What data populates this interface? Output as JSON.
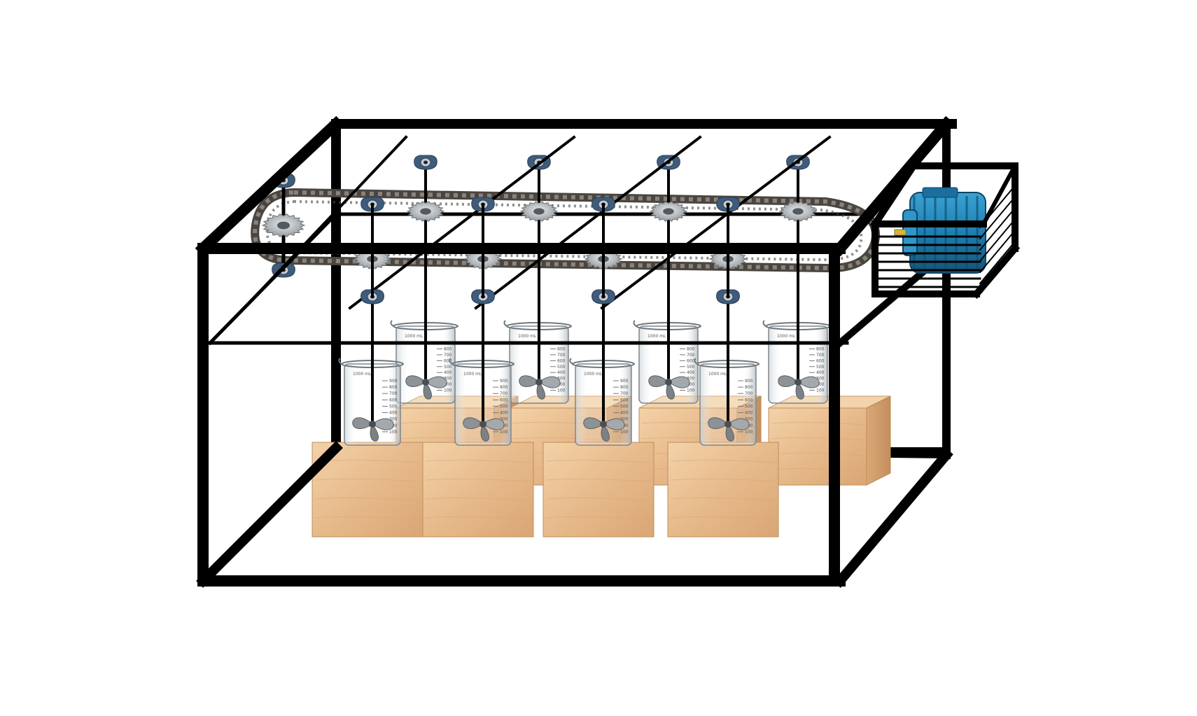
{
  "colors": {
    "background": "#ffffff",
    "frame": "#000000",
    "chain": "#4a4540",
    "chain_light": "#8a837b",
    "sprocket": "#b8bcc0",
    "bearing": "#3f5c7d",
    "motor": "#1f7fb0",
    "motor_dark": "#155a80",
    "wood_light": "#f0c89a",
    "wood_mid": "#e1b080",
    "wood_dark": "#c99563",
    "glass": "#dfe6ea",
    "impeller": "#8c9296",
    "shaft": "#000000"
  },
  "icons": {
    "motor": "electric-motor-icon",
    "sprocket": "sprocket-gear-icon",
    "bearing": "pillow-block-bearing-icon",
    "impeller": "propeller-impeller-icon",
    "beaker": "laboratory-beaker-icon",
    "block": "wooden-block-icon"
  },
  "stirrers": {
    "count_front": 4,
    "count_back": 4
  },
  "beaker_markings": {
    "capacity": "1000 mL",
    "scale": [
      "900",
      "800",
      "700",
      "600",
      "500",
      "400",
      "300",
      "200",
      "100"
    ]
  }
}
